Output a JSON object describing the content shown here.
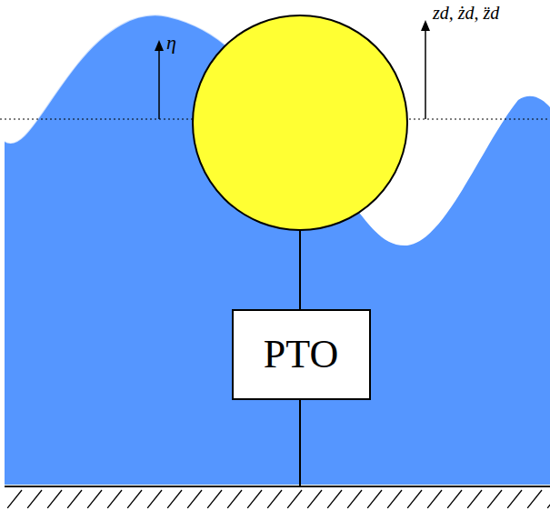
{
  "diagram": {
    "nodes": [
      {
        "text": [
          "PTO"
        ]
      }
    ],
    "labels": [
      "η",
      "zd, żd, z̈d"
    ]
  }
}
